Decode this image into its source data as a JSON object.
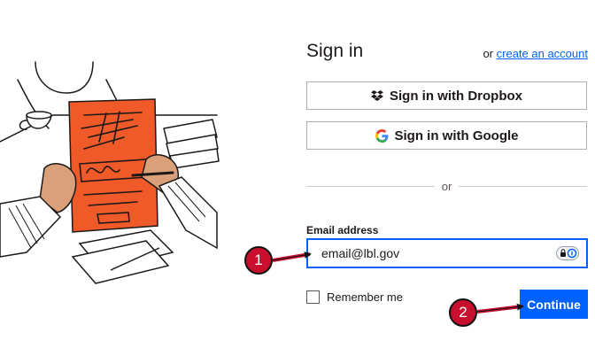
{
  "page": {
    "title": "Sign in",
    "alt_prefix": "or",
    "alt_link": "create an account"
  },
  "buttons": {
    "dropbox": "Sign in with Dropbox",
    "google": "Sign in with Google",
    "continue": "Continue"
  },
  "divider": {
    "text": "or"
  },
  "email": {
    "label": "Email address",
    "value": "email@lbl.gov"
  },
  "remember": {
    "label": "Remember me",
    "checked": false
  },
  "annotations": {
    "step1": "1",
    "step2": "2"
  },
  "icons": {
    "dropbox": "dropbox-logo-icon",
    "google": "google-g-logo-icon",
    "password_manager": "password-manager-icon"
  },
  "colors": {
    "accent": "#0061fe",
    "illustration_orange": "#f05a28",
    "annotation_red": "#c8102e"
  }
}
